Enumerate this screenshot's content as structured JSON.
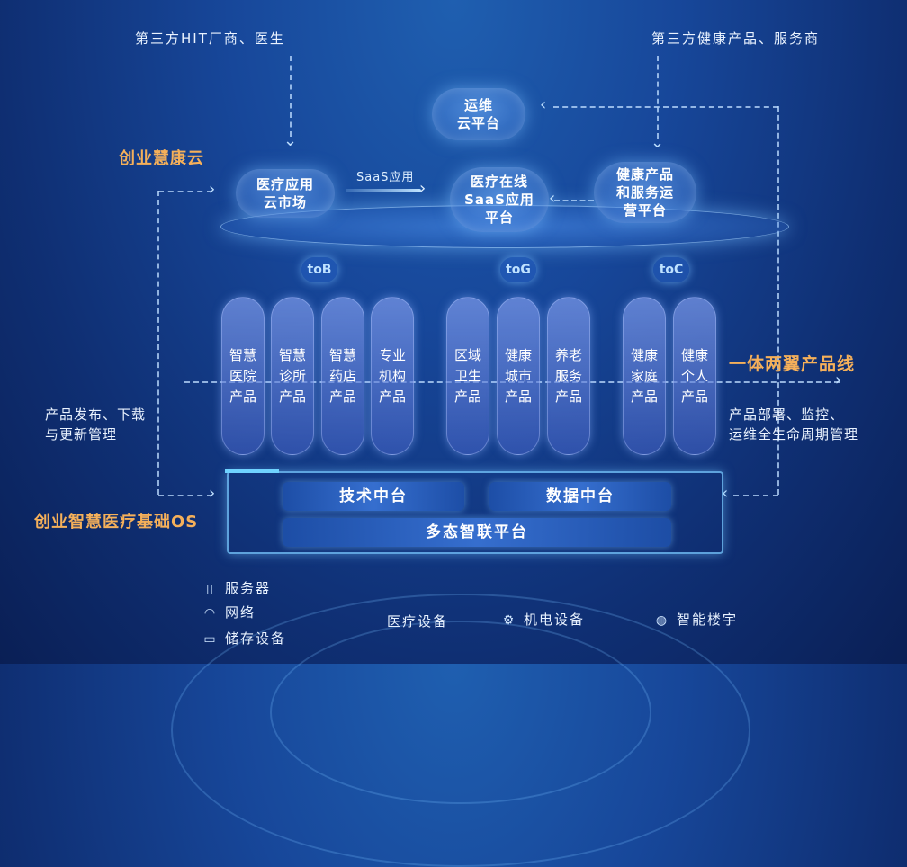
{
  "top_labels": {
    "left": "第三方HIT厂商、医生",
    "right": "第三方健康产品、服务商"
  },
  "cloud_layer": {
    "label": "创业慧康云",
    "ops_cloud": "运维\n云平台",
    "market": "医疗应用\n云市场",
    "saas_arrow_label": "SaaS应用",
    "saas_platform": "医疗在线\nSaaS应用\n平台",
    "health_platform": "健康产品\n和服务运\n营平台"
  },
  "segments": [
    "toB",
    "toG",
    "toC"
  ],
  "products": [
    {
      "name": "智慧\n医院\n产品",
      "segment": "toB"
    },
    {
      "name": "智慧\n诊所\n产品",
      "segment": "toB"
    },
    {
      "name": "智慧\n药店\n产品",
      "segment": "toB"
    },
    {
      "name": "专业\n机构\n产品",
      "segment": "toB"
    },
    {
      "name": "区域\n卫生\n产品",
      "segment": "toG"
    },
    {
      "name": "健康\n城市\n产品",
      "segment": "toG"
    },
    {
      "name": "养老\n服务\n产品",
      "segment": "toG"
    },
    {
      "name": "健康\n家庭\n产品",
      "segment": "toC"
    },
    {
      "name": "健康\n个人\n产品",
      "segment": "toC"
    }
  ],
  "side_labels": {
    "left": "产品发布、下载\n与更新管理",
    "right_title": "一体两翼产品线",
    "right": "产品部署、监控、\n运维全生命周期管理"
  },
  "os_layer": {
    "label": "创业智慧医疗基础OS",
    "tech": "技术中台",
    "data": "数据中台",
    "iot": "多态智联平台"
  },
  "legend": {
    "server": "服务器",
    "network": "网络",
    "storage": "储存设备",
    "medical": "医疗设备",
    "mechanical": "机电设备",
    "building": "智能楼宇"
  }
}
